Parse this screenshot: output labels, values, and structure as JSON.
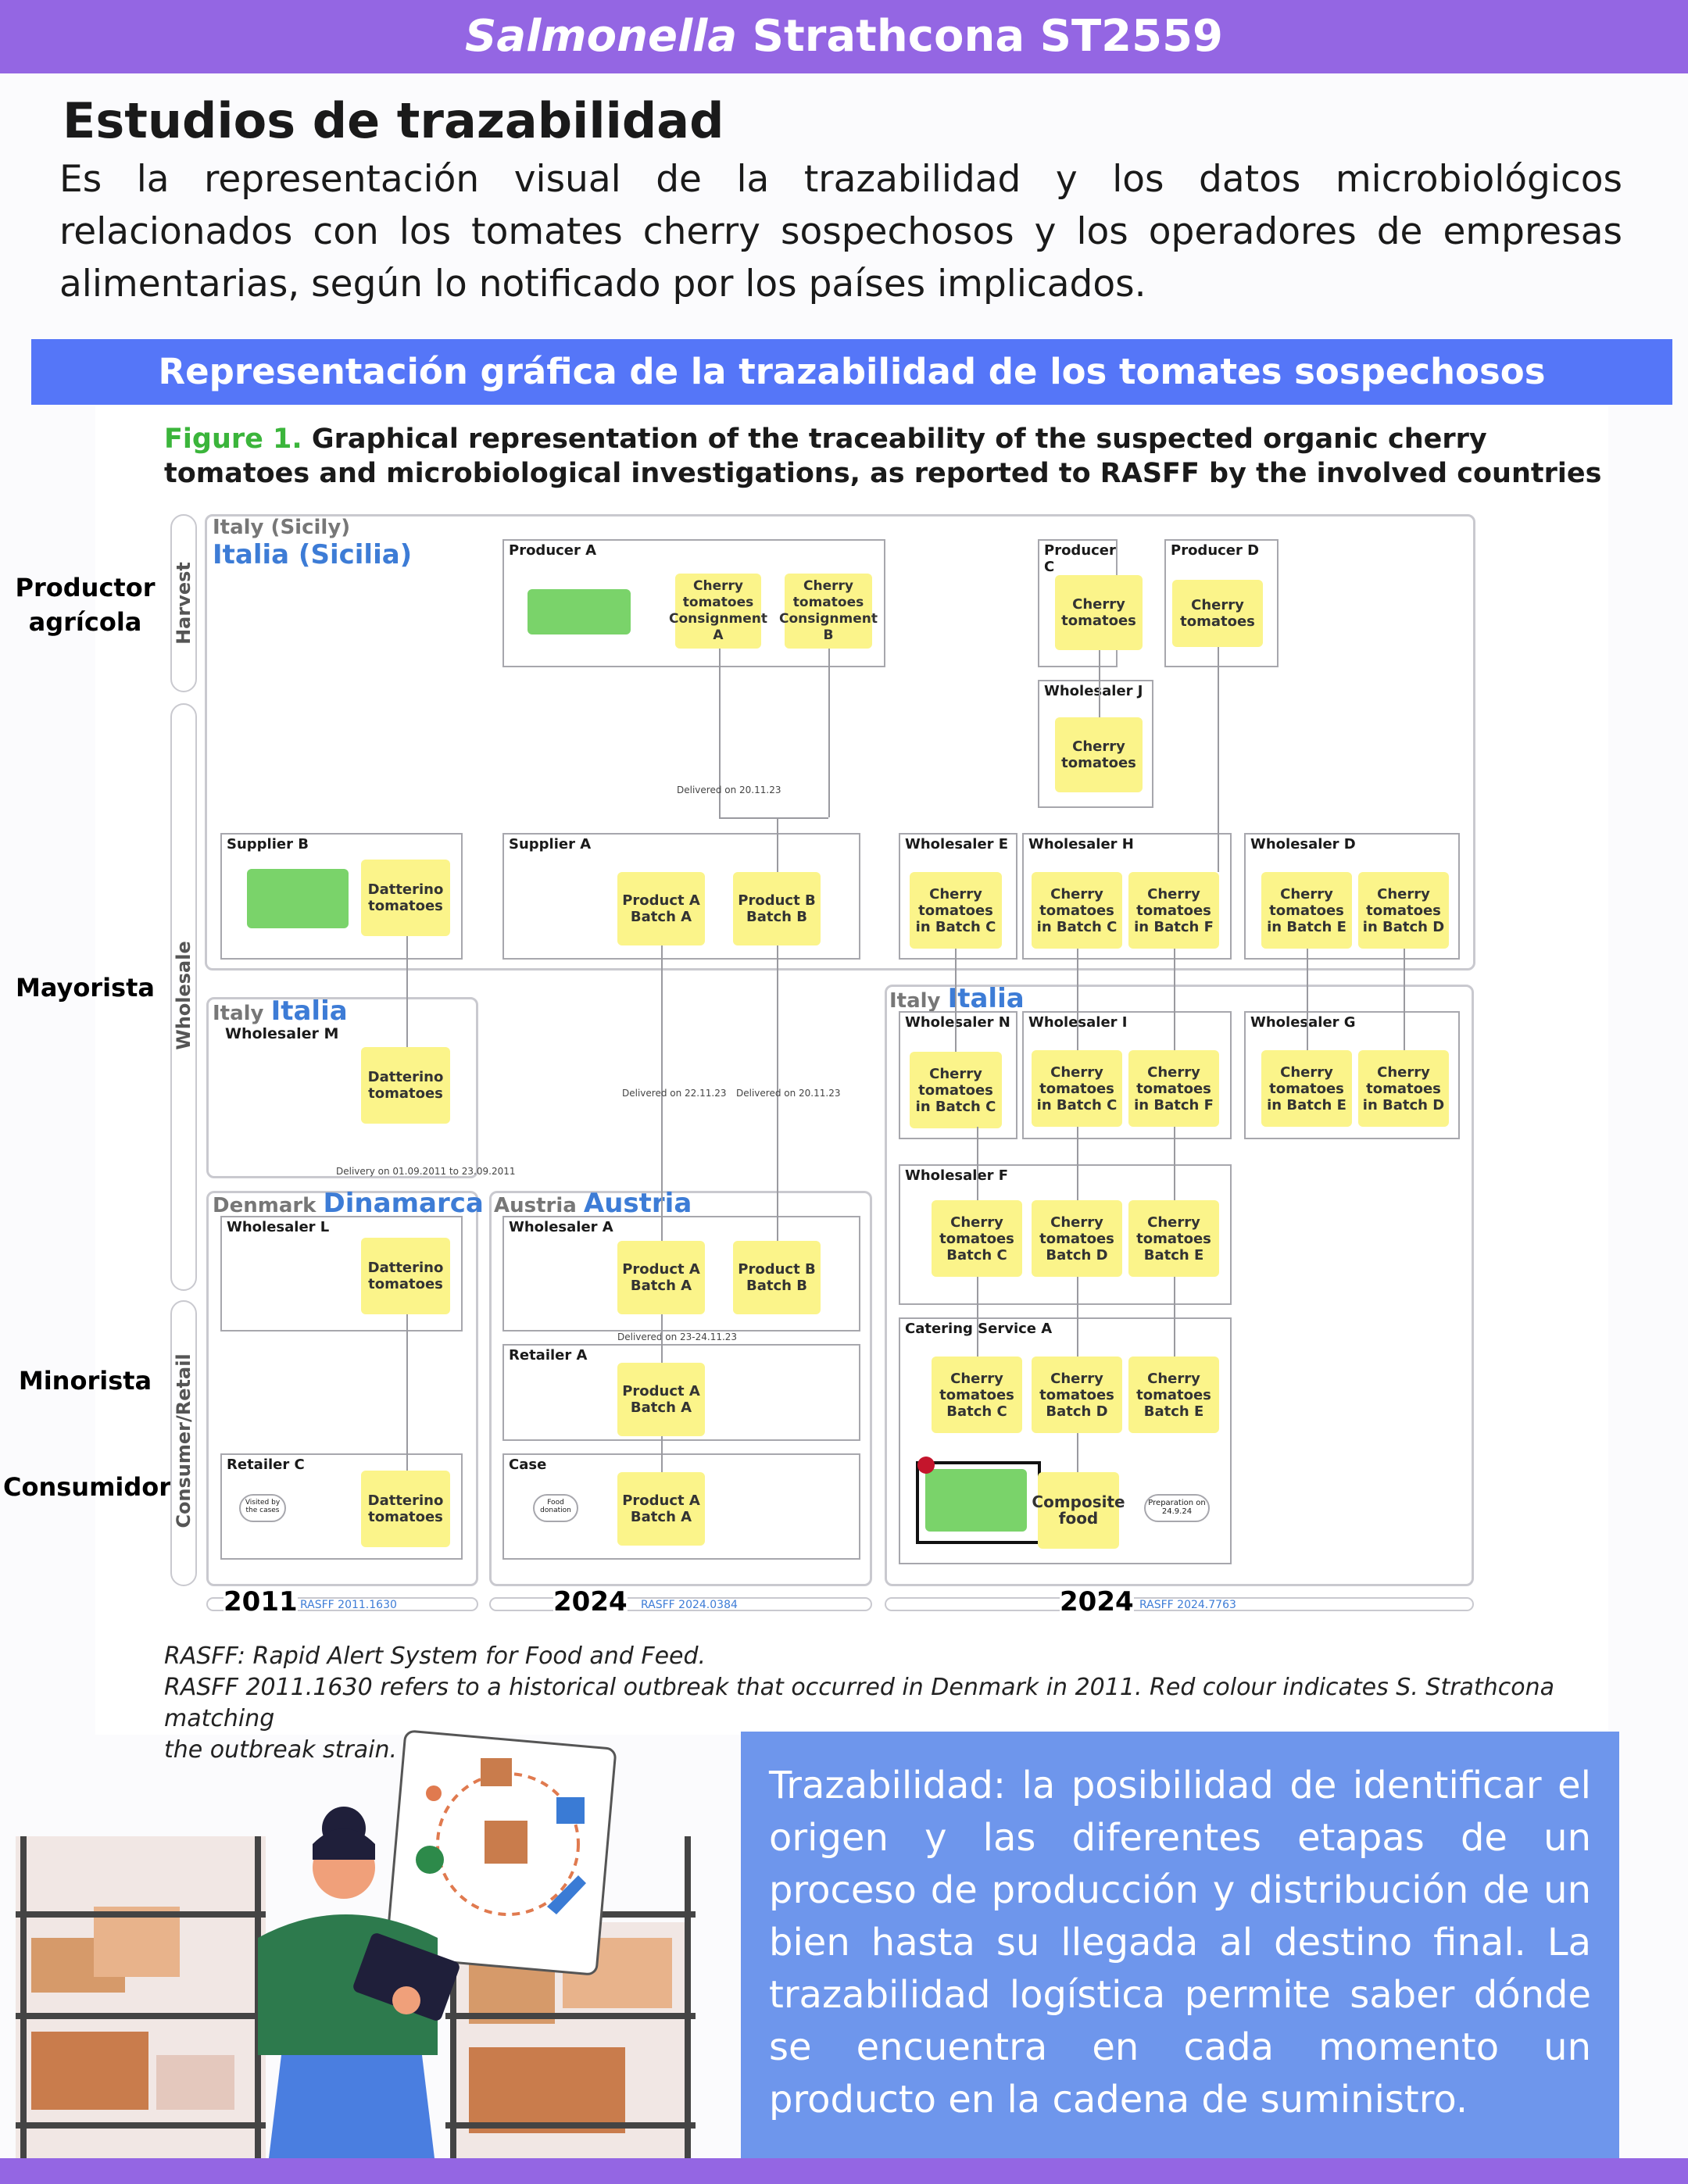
{
  "header": {
    "title_italic": "Salmonella",
    "title_rest": " Strathcona ST2559"
  },
  "section": {
    "title": "Estudios de trazabilidad",
    "intro": "Es la representación visual de la trazabilidad y los datos microbiológicos relacionados con los tomates cherry sospechosos y los operadores de empresas alimentarias, según lo notificado por los países implicados."
  },
  "band": {
    "title": "Representación gráfica de la trazabilidad de los tomates sospechosos"
  },
  "figure": {
    "label": "Figure 1.",
    "title": "Graphical representation of the traceability of the suspected organic cherry tomatoes and microbiological investigations, as reported to RASFF by the involved countries",
    "stages": {
      "harvest": "Harvest",
      "wholesale": "Wholesale",
      "retail": "Consumer/Retail"
    },
    "stage_labels_es": {
      "productor": "Productor agrícola",
      "mayorista": "Mayorista",
      "minorista": "Minorista",
      "consumidor": "Consumidor"
    },
    "countries": {
      "sicily_en": "Italy (Sicily)",
      "sicily_es": "Italia (Sicilia)",
      "italy_en": "Italy",
      "italy_es": "Italia",
      "italy2_en": "Italy",
      "italy2_es": "Italia",
      "denmark_en": "Denmark",
      "denmark_es": "Dinamarca",
      "austria_en": "Austria",
      "austria_es": "Austria"
    },
    "operators": {
      "producer_a": "Producer A",
      "producer_c": "Producer C",
      "producer_d": "Producer D",
      "wholesaler_j": "Wholesaler J",
      "supplier_b": "Supplier B",
      "supplier_a": "Supplier A",
      "wholesaler_e": "Wholesaler E",
      "wholesaler_h": "Wholesaler H",
      "wholesaler_d": "Wholesaler D",
      "wholesaler_m": "Wholesaler M",
      "wholesaler_n": "Wholesaler N",
      "wholesaler_i": "Wholesaler I",
      "wholesaler_g": "Wholesaler G",
      "wholesaler_l": "Wholesaler L",
      "wholesaler_a": "Wholesaler A",
      "wholesaler_f": "Wholesaler F",
      "retailer_a": "Retailer A",
      "catering_a": "Catering Service A",
      "retailer_c": "Retailer C",
      "case": "Case"
    },
    "products": {
      "pa_ca": "Cherry tomatoes Consignment A",
      "pa_cb": "Cherry tomatoes Consignment B",
      "pc": "Cherry tomatoes",
      "pd": "Cherry tomatoes",
      "wj": "Cherry tomatoes",
      "sb": "Datterino tomatoes",
      "sa_a": "Product A Batch A",
      "sa_b": "Product B Batch B",
      "we_c": "Cherry tomatoes in Batch C",
      "wh_c": "Cherry tomatoes in Batch C",
      "wh_f": "Cherry tomatoes in Batch F",
      "wd_e": "Cherry tomatoes in Batch E",
      "wd_d": "Cherry tomatoes in Batch D",
      "wm": "Datterino tomatoes",
      "wn_c": "Cherry tomatoes in Batch C",
      "wi_c": "Cherry tomatoes in Batch C",
      "wi_f": "Cherry tomatoes in Batch F",
      "wg_e": "Cherry tomatoes in Batch E",
      "wg_d": "Cherry tomatoes in Batch D",
      "wl": "Datterino tomatoes",
      "wa_a": "Product A Batch A",
      "wa_b": "Product B Batch B",
      "wf_c": "Cherry tomatoes Batch C",
      "wf_d": "Cherry tomatoes Batch D",
      "wf_e": "Cherry tomatoes Batch E",
      "ra": "Product A Batch A",
      "cs_c": "Cherry tomatoes Batch C",
      "cs_d": "Cherry tomatoes Batch D",
      "cs_e": "Cherry tomatoes Batch E",
      "rc": "Datterino tomatoes",
      "case_a": "Product A Batch A",
      "composite": "Composite food"
    },
    "notes": {
      "delivered_2011": "Delivered on 20.11.23",
      "delivered_2211": "Delivered on 22.11.23",
      "delivered_2011b": "Delivered on 20.11.23",
      "delivery_2011": "Delivery on 01.09.2011 to 23.09.2011",
      "delivered_2324": "Delivered on 23-24.11.23",
      "visited": "Visited by the cases",
      "food_donation": "Food donation",
      "preparation": "Preparation on 24.9.24"
    },
    "years": [
      "2011",
      "2024",
      "2024"
    ],
    "rasff": [
      "RASFF 2011.1630",
      "RASFF 2024.0384",
      "RASFF 2024.7763"
    ],
    "footnote": {
      "l1": "RASFF: Rapid Alert System for Food and Feed.",
      "l2": "RASFF 2011.1630 refers to a historical outbreak that occurred in Denmark in 2011. Red colour indicates S. Strathcona matching",
      "l3": "the outbreak strain."
    }
  },
  "definition": "Trazabilidad: la posibilidad de identificar el origen y las diferentes etapas de un proceso de producción y distribución de un bien hasta su llegada al destino final. La trazabilidad logística permite saber dónde se encuentra en cada momento un producto en la cadena de suministro.",
  "colors": {
    "header": "#9466e3",
    "band": "#5576f8",
    "definition_box": "#6e96ec",
    "product_box": "#fbf48a",
    "sample_box": "#7ad36a",
    "country_es": "#3d7cd6"
  }
}
